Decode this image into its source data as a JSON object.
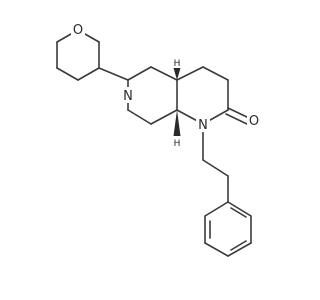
{
  "molecule": {
    "atom_labels": {
      "oxygen_pyran": "O",
      "nitrogen_6": "N",
      "nitrogen_1": "N",
      "oxygen_carbonyl": "O",
      "hydrogen_4a": "H",
      "hydrogen_8a": "H"
    },
    "bond_color": "#3a3a3a",
    "text_color": "#2a2a2a"
  }
}
